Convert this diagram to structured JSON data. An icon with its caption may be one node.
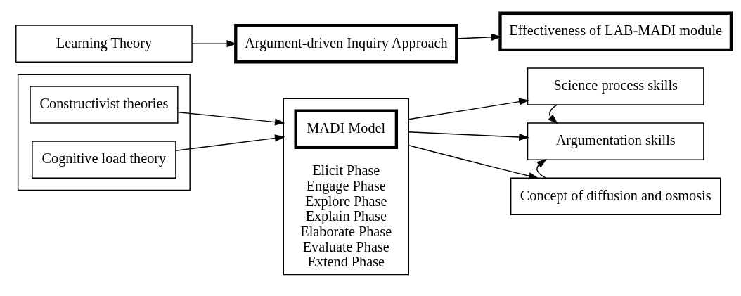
{
  "diagram": {
    "nodes": [
      {
        "text": [
          "Learning Theory"
        ]
      },
      {
        "text": [
          "Argument-driven Inquiry Approach"
        ]
      },
      {
        "text": [
          "Effectiveness of LAB-MADI module"
        ]
      },
      {
        "text": [],
        "shape": "box"
      },
      {
        "text": [
          "Constructivist theories"
        ],
        "in": 3
      },
      {
        "text": [
          "Cognitive load theory"
        ],
        "in": 3
      },
      {
        "text": [
          "Elicit Phase",
          "Engage Phase",
          "Explore Phase",
          "Explain Phase",
          "Elaborate Phase",
          "Evaluate Phase",
          "Extend Phase"
        ]
      },
      {
        "text": [
          "MADI Model"
        ],
        "in": 6
      },
      {
        "text": [
          "Science process skills"
        ]
      },
      {
        "text": [
          "Argumentation skills"
        ]
      },
      {
        "text": [
          "Concept of diffusion and osmosis"
        ]
      }
    ],
    "edges": [
      {
        "from": 0,
        "to": 1,
        "arrow": "to"
      },
      {
        "from": 1,
        "to": 2,
        "arrow": "to"
      },
      {
        "from": 4,
        "to": 6,
        "arrow": "to"
      },
      {
        "from": 5,
        "to": 6,
        "arrow": "to"
      },
      {
        "from": 6,
        "to": 8,
        "arrow": "to"
      },
      {
        "from": 6,
        "to": 9,
        "arrow": "to"
      },
      {
        "from": 6,
        "to": 10,
        "arrow": "to"
      },
      {
        "from": 8,
        "to": 9,
        "arrow": "to"
      },
      {
        "from": 10,
        "to": 9,
        "arrow": "to"
      }
    ]
  }
}
